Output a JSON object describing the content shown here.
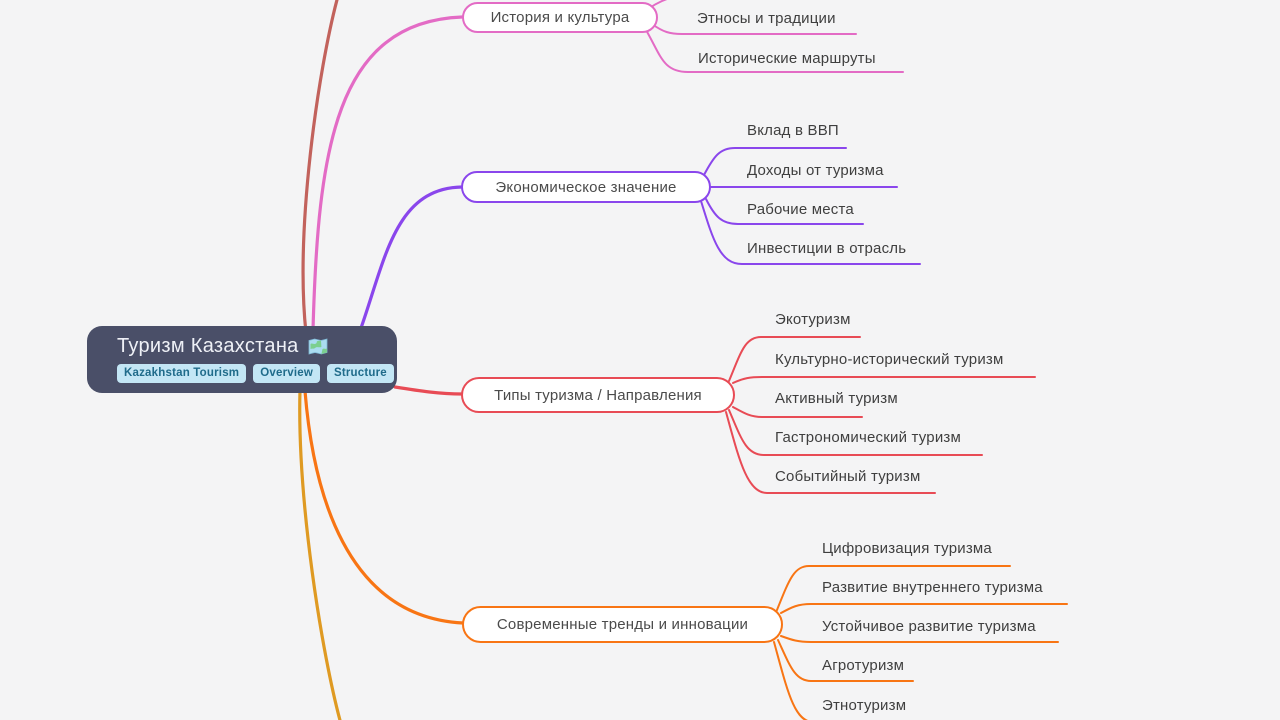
{
  "canvas": {
    "background": "#f4f4f5"
  },
  "root": {
    "title": "Туризм Казахстана",
    "icon": "world-map",
    "bg": "#4a4f68",
    "title_color": "#eef0f6",
    "tag_bg": "#c3e6f5",
    "tag_color": "#1f6b8a",
    "tags": [
      "Kazakhstan Tourism",
      "Overview",
      "Structure"
    ]
  },
  "branches": [
    {
      "label": "История и культура",
      "color": "#e36bc5",
      "children": [
        "Этносы и традиции",
        "Исторические маршруты"
      ]
    },
    {
      "label": "Экономическое значение",
      "color": "#8a46ec",
      "children": [
        "Вклад в ВВП",
        "Доходы от туризма",
        "Рабочие места",
        "Инвестиции в отрасль"
      ]
    },
    {
      "label": "Типы туризма / Направления",
      "color": "#e84b55",
      "children": [
        "Экотуризм",
        "Культурно-исторический туризм",
        "Активный туризм",
        "Гастрономический туризм",
        "Событийный туризм"
      ]
    },
    {
      "label": "Современные тренды и инновации",
      "color": "#f87514",
      "children": [
        "Цифровизация туризма",
        "Развитие внутреннего туризма",
        "Устойчивое развитие туризма",
        "Агротуризм",
        "Этнотуризм"
      ]
    }
  ],
  "offscreen_edges": {
    "top": "#c2625c",
    "bottom": "#df9a22",
    "history_child_top": "#e36bc5"
  }
}
